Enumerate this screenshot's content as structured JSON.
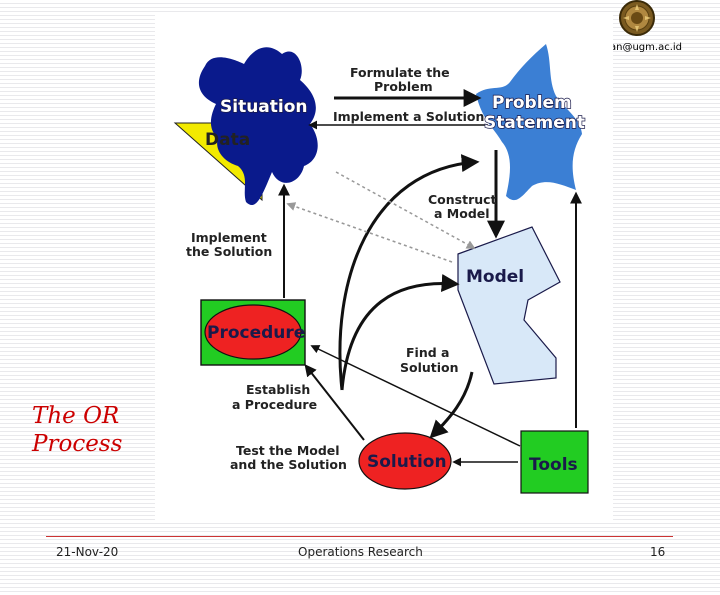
{
  "header": {
    "email": "an@ugm.ac.id",
    "logo": "university-seal"
  },
  "slide": {
    "title_line1": "The OR",
    "title_line2": "Process",
    "title_color": "#cc0000"
  },
  "diagram": {
    "nodes": {
      "situation": "Situation",
      "data": "Data",
      "problem_statement_line1": "Problem",
      "problem_statement_line2": "Statement",
      "model": "Model",
      "procedure": "Procedure",
      "solution": "Solution",
      "tools": "Tools"
    },
    "edges": {
      "formulate_line1": "Formulate the",
      "formulate_line2": "Problem",
      "implement_top": "Implement a Solution",
      "construct_line1": "Construct",
      "construct_line2": "a Model",
      "implement_left_line1": "Implement",
      "implement_left_line2": "the Solution",
      "find_line1": "Find a",
      "find_line2": "Solution",
      "establish_line1": "Establish",
      "establish_line2": "a Procedure",
      "test_line1": "Test the Model",
      "test_line2": "and the Solution"
    },
    "colors": {
      "situation": "#0a1a8c",
      "data": "#f2ea00",
      "problem": "#3b7fd4",
      "model": "#d8e8f8",
      "procedure_box": "#22cc22",
      "solution": "#ee2222",
      "tools": "#22cc22"
    }
  },
  "footer": {
    "date": "21-Nov-20",
    "title": "Operations Research",
    "page": "16"
  }
}
